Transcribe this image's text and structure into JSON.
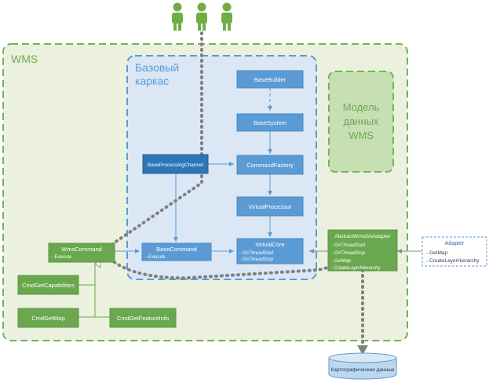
{
  "containers": {
    "wms": "WMS",
    "framework_line1": "Базовый",
    "framework_line2": "каркас",
    "data_model_line1": "Модель",
    "data_model_line2": "данных",
    "data_model_line3": "WMS"
  },
  "nodes": {
    "base_builder": "BaseBuilder",
    "base_system": "BaseSystem",
    "command_factory": "CommandFactory",
    "virtual_processor": "VirtualProcessor",
    "base_processing_channel": "BaseProcessingChannel",
    "virtual_core": {
      "title": "VirtualCore",
      "items": [
        "- OnThreadStart",
        "- OnThreadStop"
      ]
    },
    "base_command": {
      "title": "BaseCommand",
      "items": [
        "- Execute"
      ]
    },
    "wms_command": {
      "title": "WmsCommand",
      "items": [
        "- Execute"
      ]
    },
    "cmd_get_capabilities": "CmdGetCapabilities",
    "cmd_get_map": "CmdGetMap",
    "cmd_get_feature_info": "CmdGetFeatureInfo",
    "abstract_adapter": {
      "title": "AbstractWmsGisAdapter",
      "items": [
        "- OnThreadStart",
        "- OnThreadStop",
        "- GetMap",
        "- CreateLayerHierarchy"
      ]
    },
    "adapter": {
      "title": "Adapter",
      "items": [
        "- GetMap",
        "- CreateLayerHierarchy"
      ]
    },
    "database": "Картографические данные"
  },
  "icons": [
    "user-icon",
    "user-icon",
    "user-icon",
    "arrow-head-icon",
    "database-icon"
  ],
  "colors": {
    "wms_fill": "#ebf1de",
    "wms_border": "#77b255",
    "framework_fill": "#dbe7f4",
    "framework_border": "#5b9bd5",
    "light_blue": "#5b9bd5",
    "dark_blue": "#2e75b6",
    "green_box": "#6aa84f",
    "model_fill": "#c6e0b4",
    "model_text": "#6aa84f",
    "user_green": "#70ad47",
    "dots": "#7f7f7f"
  }
}
